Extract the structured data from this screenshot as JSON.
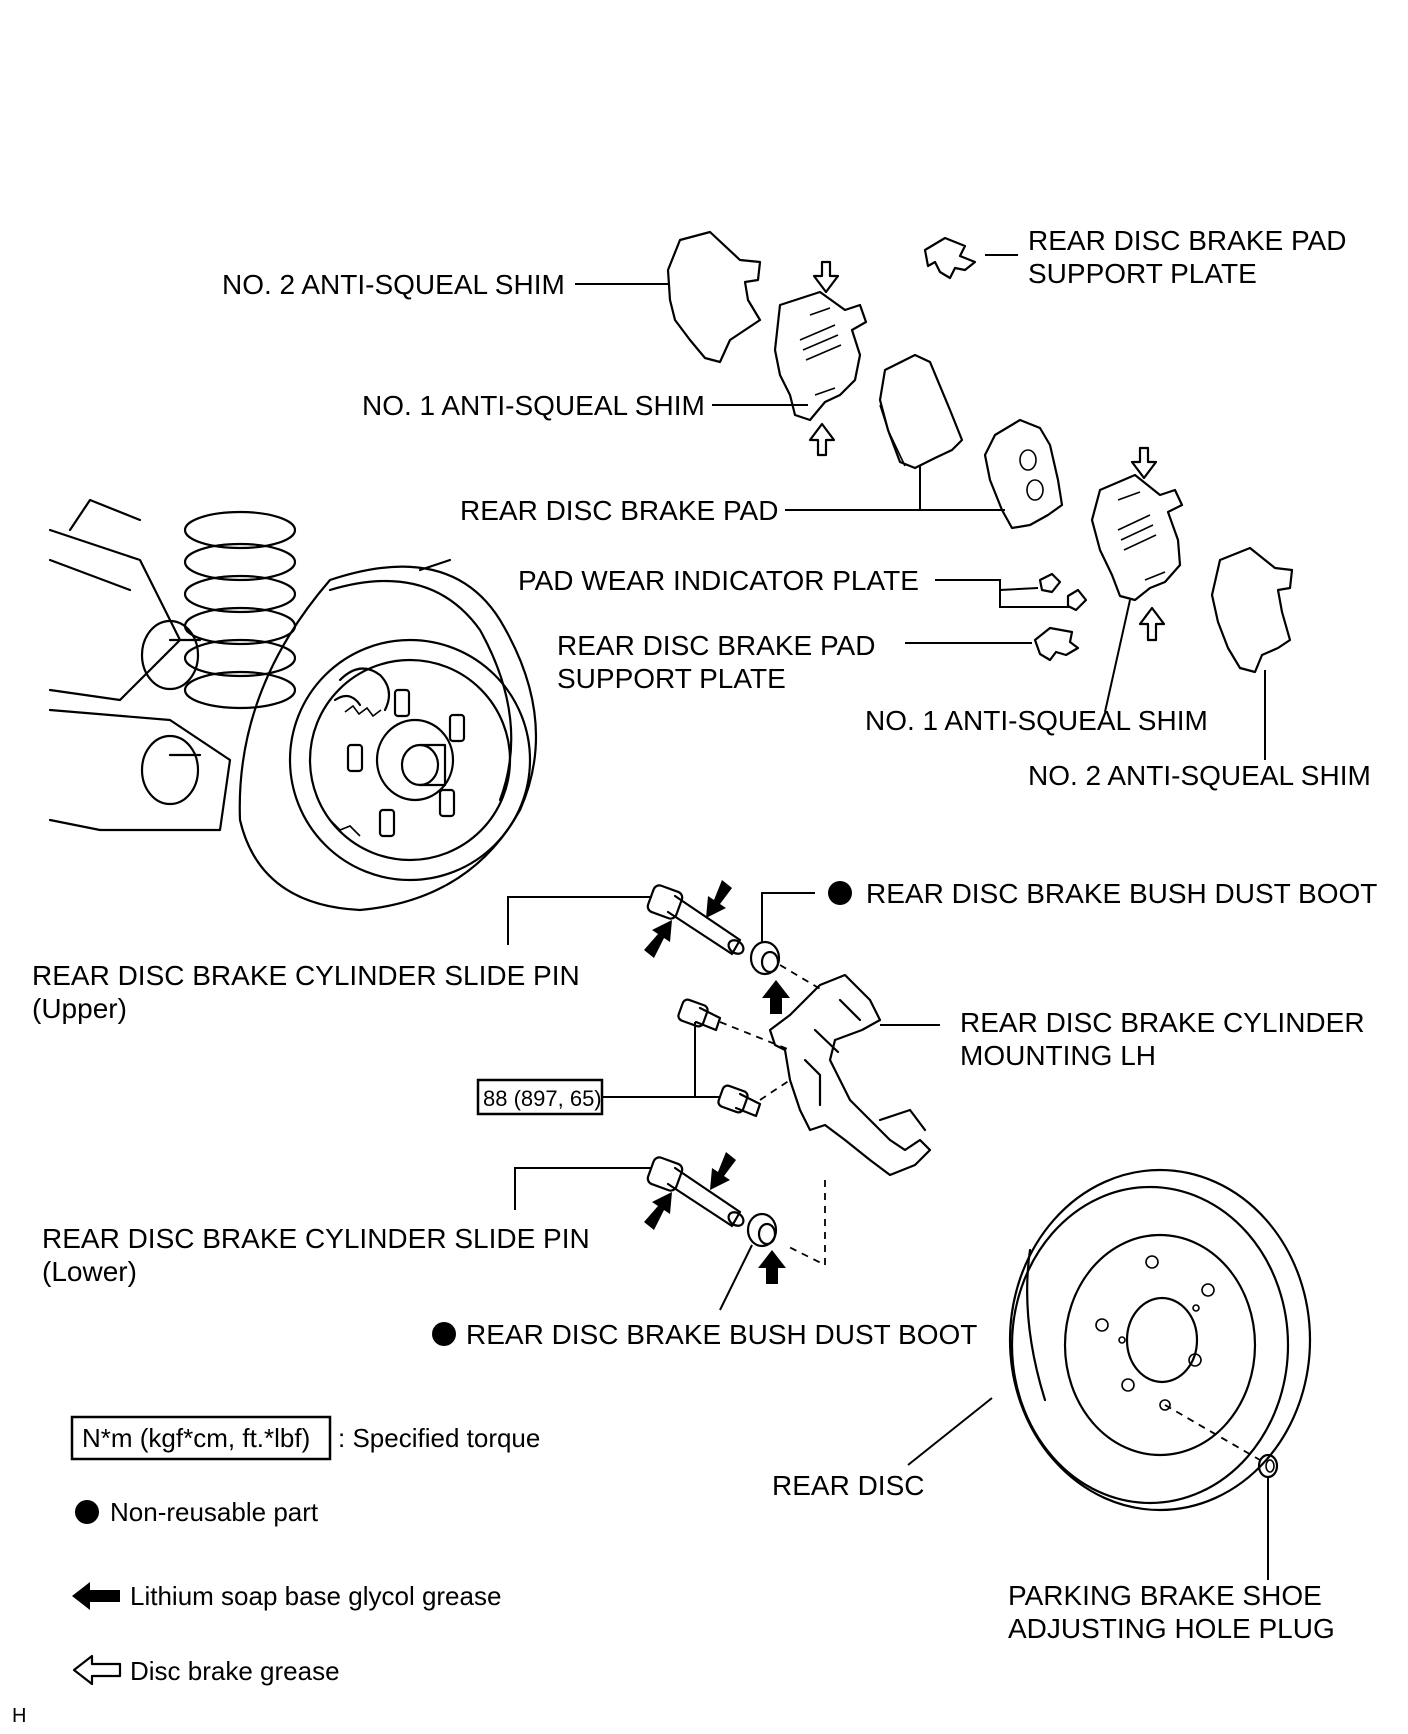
{
  "labels": {
    "no2_shim_top": "NO. 2 ANTI-SQUEAL SHIM",
    "support_plate_top_1": "REAR DISC BRAKE PAD",
    "support_plate_top_2": "SUPPORT PLATE",
    "no1_shim_top": "NO. 1 ANTI-SQUEAL SHIM",
    "brake_pad": "REAR DISC BRAKE PAD",
    "wear_indicator": "PAD WEAR INDICATOR PLATE",
    "support_plate_mid_1": "REAR DISC BRAKE PAD",
    "support_plate_mid_2": "SUPPORT PLATE",
    "no1_shim_bottom": "NO. 1 ANTI-SQUEAL SHIM",
    "no2_shim_bottom": "NO. 2 ANTI-SQUEAL SHIM",
    "bush_boot_upper": "REAR DISC BRAKE BUSH DUST BOOT",
    "slide_pin_upper_1": "REAR DISC BRAKE CYLINDER SLIDE PIN",
    "slide_pin_upper_2": "(Upper)",
    "mounting_1": "REAR DISC BRAKE CYLINDER",
    "mounting_2": "MOUNTING LH",
    "torque_value": "88 (897, 65)",
    "slide_pin_lower_1": "REAR DISC BRAKE CYLINDER SLIDE PIN",
    "slide_pin_lower_2": "(Lower)",
    "bush_boot_lower": "REAR DISC BRAKE BUSH DUST BOOT",
    "rear_disc": "REAR DISC",
    "hole_plug_1": "PARKING BRAKE SHOE",
    "hole_plug_2": "ADJUSTING HOLE PLUG"
  },
  "legend": {
    "torque_box": "N*m (kgf*cm, ft.*lbf)",
    "torque_desc": ": Specified torque",
    "nonreusable": "Non-reusable part",
    "lithium": "Lithium soap base glycol grease",
    "disc_grease": "Disc brake grease"
  },
  "corner_mark": "H",
  "icons": [
    "filled-circle-icon",
    "filled-arrow-icon",
    "hollow-arrow-icon"
  ],
  "colors": {
    "ink": "#000000",
    "paper": "#ffffff"
  }
}
